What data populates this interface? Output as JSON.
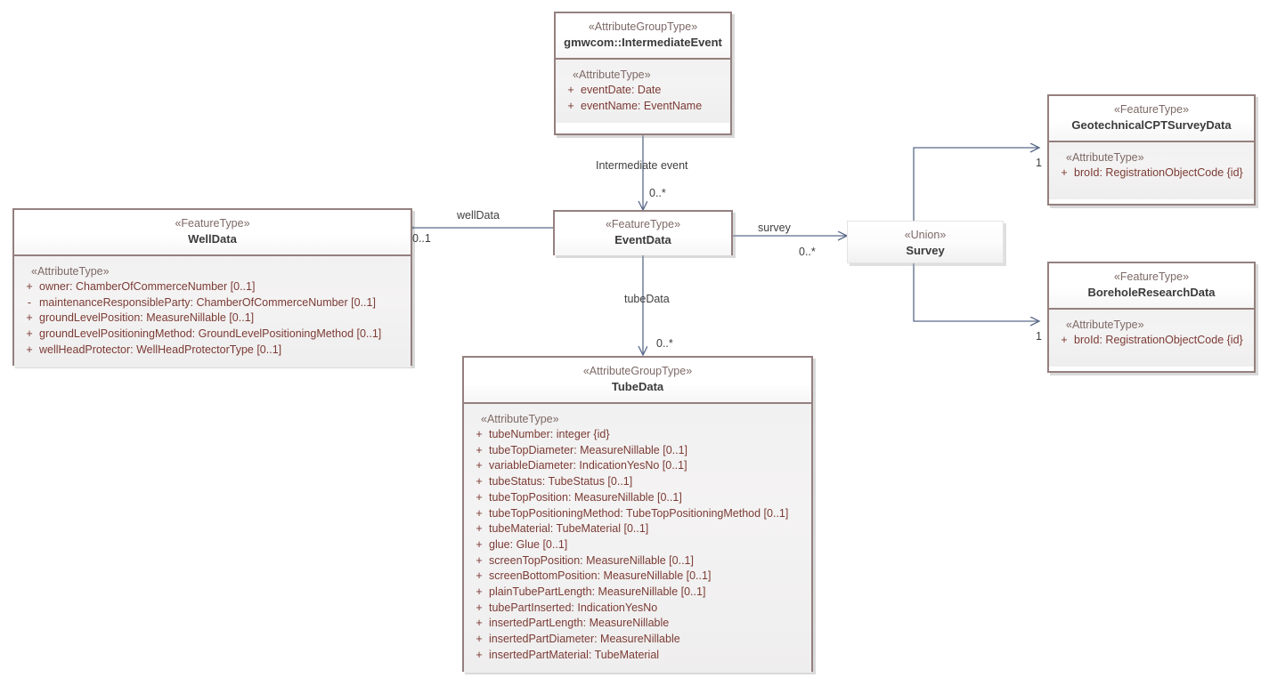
{
  "diagram": {
    "title": "UML class diagram",
    "colors": {
      "class_border": "#94807e",
      "class_body_fill": "#f2f1f1",
      "stereotype_text": "#7d6a66",
      "attribute_text": "#7b3b34",
      "classname_text": "#3b3b3b",
      "connector": "#5a6a8a",
      "canvas": "#ffffff"
    }
  },
  "classes": {
    "intermediate_event": {
      "stereotype": "«AttributeGroupType»",
      "name": "gmwcom::IntermediateEvent",
      "compartment_label": "«AttributeType»",
      "attributes": [
        {
          "visibility": "+",
          "signature": "eventDate: Date"
        },
        {
          "visibility": "+",
          "signature": "eventName: EventName"
        }
      ]
    },
    "well_data": {
      "stereotype": "«FeatureType»",
      "name": "WellData",
      "compartment_label": "«AttributeType»",
      "attributes": [
        {
          "visibility": "+",
          "signature": "owner: ChamberOfCommerceNumber [0..1]"
        },
        {
          "visibility": "-",
          "signature": "maintenanceResponsibleParty: ChamberOfCommerceNumber [0..1]"
        },
        {
          "visibility": "+",
          "signature": "groundLevelPosition: MeasureNillable [0..1]"
        },
        {
          "visibility": "+",
          "signature": "groundLevelPositioningMethod: GroundLevelPositioningMethod [0..1]"
        },
        {
          "visibility": "+",
          "signature": "wellHeadProtector: WellHeadProtectorType [0..1]"
        }
      ]
    },
    "event_data": {
      "stereotype": "«FeatureType»",
      "name": "EventData",
      "compartment_label": "",
      "attributes": []
    },
    "survey": {
      "stereotype": "«Union»",
      "name": "Survey"
    },
    "geotechnical_cpt_survey_data": {
      "stereotype": "«FeatureType»",
      "name": "GeotechnicalCPTSurveyData",
      "compartment_label": "«AttributeType»",
      "attributes": [
        {
          "visibility": "+",
          "signature": "broId: RegistrationObjectCode {id}"
        }
      ]
    },
    "borehole_research_data": {
      "stereotype": "«FeatureType»",
      "name": "BoreholeResearchData",
      "compartment_label": "«AttributeType»",
      "attributes": [
        {
          "visibility": "+",
          "signature": "broId: RegistrationObjectCode {id}"
        }
      ]
    },
    "tube_data": {
      "stereotype": "«AttributeGroupType»",
      "name": "TubeData",
      "compartment_label": "«AttributeType»",
      "attributes": [
        {
          "visibility": "+",
          "signature": "tubeNumber: integer {id}"
        },
        {
          "visibility": "+",
          "signature": "tubeTopDiameter: MeasureNillable [0..1]"
        },
        {
          "visibility": "+",
          "signature": "variableDiameter: IndicationYesNo [0..1]"
        },
        {
          "visibility": "+",
          "signature": "tubeStatus: TubeStatus [0..1]"
        },
        {
          "visibility": "+",
          "signature": "tubeTopPosition: MeasureNillable [0..1]"
        },
        {
          "visibility": "+",
          "signature": "tubeTopPositioningMethod: TubeTopPositioningMethod [0..1]"
        },
        {
          "visibility": "+",
          "signature": "tubeMaterial: TubeMaterial [0..1]"
        },
        {
          "visibility": "+",
          "signature": "glue: Glue [0..1]"
        },
        {
          "visibility": "+",
          "signature": "screenTopPosition: MeasureNillable [0..1]"
        },
        {
          "visibility": "+",
          "signature": "screenBottomPosition: MeasureNillable [0..1]"
        },
        {
          "visibility": "+",
          "signature": "plainTubePartLength: MeasureNillable [0..1]"
        },
        {
          "visibility": "+",
          "signature": "tubePartInserted: IndicationYesNo"
        },
        {
          "visibility": "+",
          "signature": "insertedPartLength: MeasureNillable"
        },
        {
          "visibility": "+",
          "signature": "insertedPartDiameter: MeasureNillable"
        },
        {
          "visibility": "+",
          "signature": "insertedPartMaterial: TubeMaterial"
        }
      ]
    }
  },
  "connectors": {
    "intermediate_event": {
      "role": "Intermediate event",
      "multiplicity": "0..*"
    },
    "well_data": {
      "role": "wellData",
      "multiplicity": "0..1"
    },
    "survey": {
      "role": "survey",
      "multiplicity": "0..*"
    },
    "tube_data": {
      "role": "tubeData",
      "multiplicity": "0..*"
    },
    "cpt_branch": {
      "role": "",
      "multiplicity": "1"
    },
    "borehole_branch": {
      "role": "",
      "multiplicity": "1"
    }
  }
}
